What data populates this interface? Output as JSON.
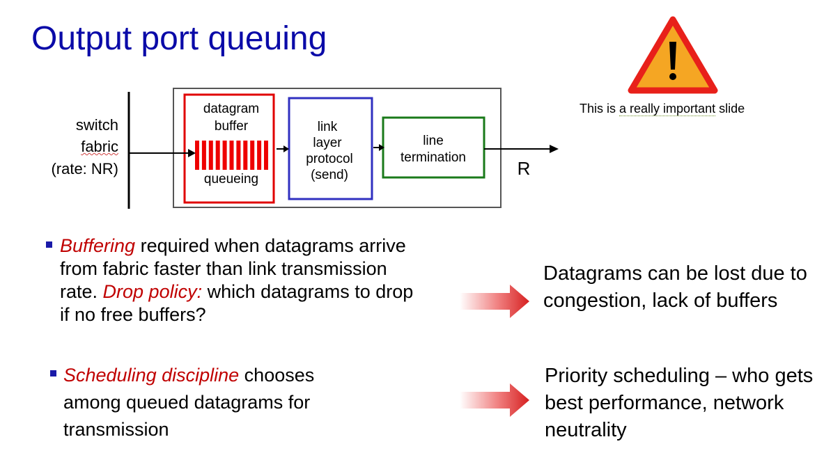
{
  "title": "Output port queuing",
  "diagram": {
    "fabric_line1": "switch",
    "fabric_line2": "fabric",
    "fabric_line3": "(rate: NR)",
    "buffer_label_line1": "datagram",
    "buffer_label_line2": "buffer",
    "queueing_label": "queueing",
    "link_line1": "link",
    "link_line2": "layer",
    "link_line3": "protocol",
    "link_line4": "(send)",
    "line_term_line1": "line",
    "line_term_line2": "termination",
    "rate_label": "R"
  },
  "warning": {
    "caption_prefix": "This is ",
    "caption_emph": "a really important",
    "caption_suffix": " slide"
  },
  "bullets": [
    {
      "emph1": "Buffering",
      "text1": " required when datagrams arrive from fabric faster than link transmission rate. ",
      "emph2": "Drop policy:",
      "text2": " which datagrams to drop if no free buffers?"
    },
    {
      "emph1": "Scheduling discipline",
      "text1": " chooses among queued datagrams for transmission"
    }
  ],
  "notes": [
    "Datagrams can be lost due to congestion, lack of buffers",
    "Priority scheduling – who gets best performance, network neutrality"
  ],
  "colors": {
    "title": "#0a0aa8",
    "buffer_box": "#e00000",
    "link_box": "#3030c0",
    "line_term_box": "#1a7a1a",
    "emphasis": "#c00000",
    "warning_fill": "#f5a623",
    "warning_border": "#e8201a"
  }
}
